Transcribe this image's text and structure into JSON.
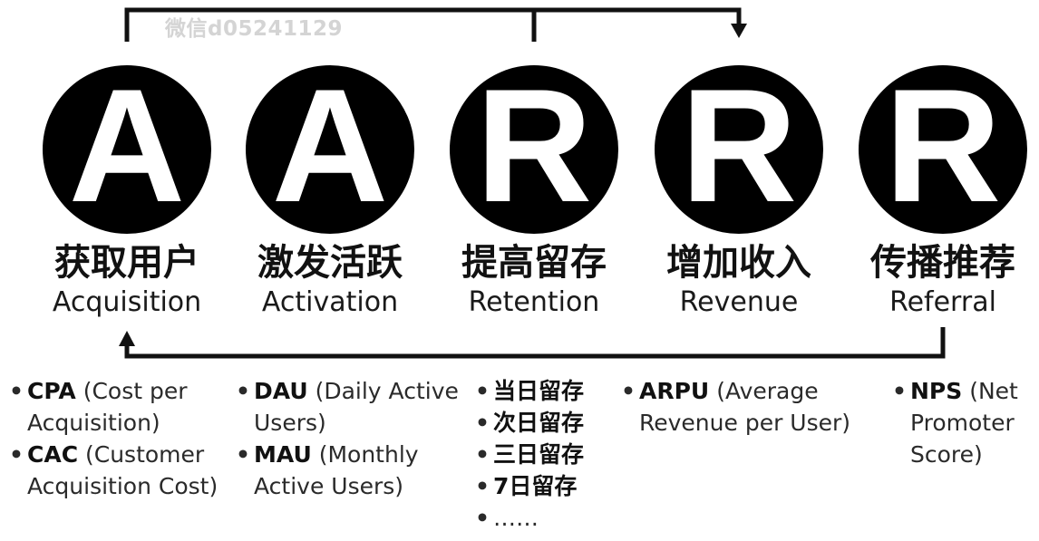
{
  "watermark": "微信d05241129",
  "colors": {
    "circle_fill": "#000000",
    "letter": "#ffffff",
    "connector": "#111111",
    "text": "#111111",
    "watermark": "#d4d4d4"
  },
  "stages": [
    {
      "letter": "A",
      "title_zh": "获取用户",
      "title_en": "Acquisition",
      "metrics": [
        {
          "term": "CPA",
          "desc": "(Cost per Acquisition)"
        },
        {
          "term": "CAC",
          "desc": "(Customer Acquisition Cost)"
        }
      ]
    },
    {
      "letter": "A",
      "title_zh": "激发活跃",
      "title_en": "Activation",
      "metrics": [
        {
          "term": "DAU",
          "desc": "(Daily Active Users)"
        },
        {
          "term": "MAU",
          "desc": "(Monthly Active Users)"
        }
      ]
    },
    {
      "letter": "R",
      "title_zh": "提高留存",
      "title_en": "Retention",
      "metrics": [
        {
          "term": "当日留存",
          "desc": ""
        },
        {
          "term": "次日留存",
          "desc": ""
        },
        {
          "term": "三日留存",
          "desc": ""
        },
        {
          "term": "7日留存",
          "desc": ""
        },
        {
          "term": "",
          "desc": "……"
        }
      ]
    },
    {
      "letter": "R",
      "title_zh": "增加收入",
      "title_en": "Revenue",
      "metrics": [
        {
          "term": "ARPU",
          "desc": "(Average Revenue per User)"
        }
      ]
    },
    {
      "letter": "R",
      "title_zh": "传播推荐",
      "title_en": "Referral",
      "metrics": [
        {
          "term": "NPS",
          "desc": "(Net Promoter Score)"
        }
      ]
    }
  ],
  "bullet": "•"
}
